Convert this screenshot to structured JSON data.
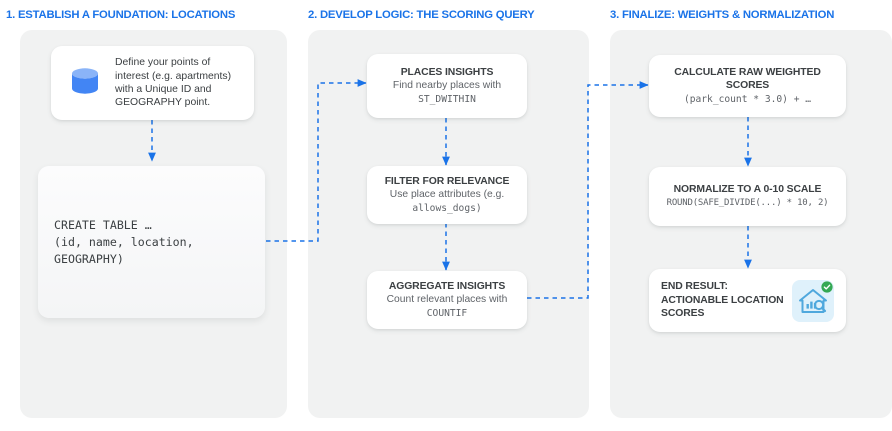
{
  "columns": [
    {
      "header": "1. ESTABLISH A FOUNDATION: LOCATIONS"
    },
    {
      "header": "2. DEVELOP LOGIC: THE SCORING QUERY"
    },
    {
      "header": "3. FINALIZE: WEIGHTS & NORMALIZATION"
    }
  ],
  "colors": {
    "header_blue": "#1a73e8",
    "arrow_blue": "#1a73e8",
    "panel_bg": "#f1f2f2",
    "card_bg": "#ffffff",
    "title_text": "#3c4043",
    "body_text": "#5f6368",
    "db_icon_blue": "#4285f4",
    "db_icon_top": "#8ab4f8",
    "end_icon_bg": "#dff1fb",
    "end_icon_fg": "#4fa8dd",
    "check_green": "#34a853"
  },
  "column1": {
    "db_card": {
      "icon": "database-cylinder-icon",
      "text": "Define your points of interest (e.g. apartments) with a Unique ID and GEOGRAPHY point."
    },
    "code_card": {
      "code": "CREATE TABLE …\n(id, name, location,\nGEOGRAPHY)"
    }
  },
  "column2": {
    "cards": [
      {
        "title": "PLACES INSIGHTS",
        "subtitle": "Find nearby places with",
        "mono": "ST_DWITHIN"
      },
      {
        "title": "FILTER FOR RELEVANCE",
        "subtitle": "Use place attributes (e.g.",
        "mono": "allows_dogs)"
      },
      {
        "title": "AGGREGATE INSIGHTS",
        "subtitle": "Count relevant places with",
        "mono": "COUNTIF"
      }
    ]
  },
  "column3": {
    "cards": [
      {
        "title": "CALCULATE RAW WEIGHTED SCORES",
        "mono": "(park_count * 3.0) + …"
      },
      {
        "title": "NORMALIZE TO A 0-10 SCALE",
        "mono": "ROUND(SAFE_DIVIDE(...) * 10, 2)"
      }
    ],
    "end_result": {
      "text": "END RESULT:\nACTIONABLE LOCATION\nSCORES",
      "icon": "house-analytics-search-icon",
      "badge": "check-badge-icon"
    }
  }
}
